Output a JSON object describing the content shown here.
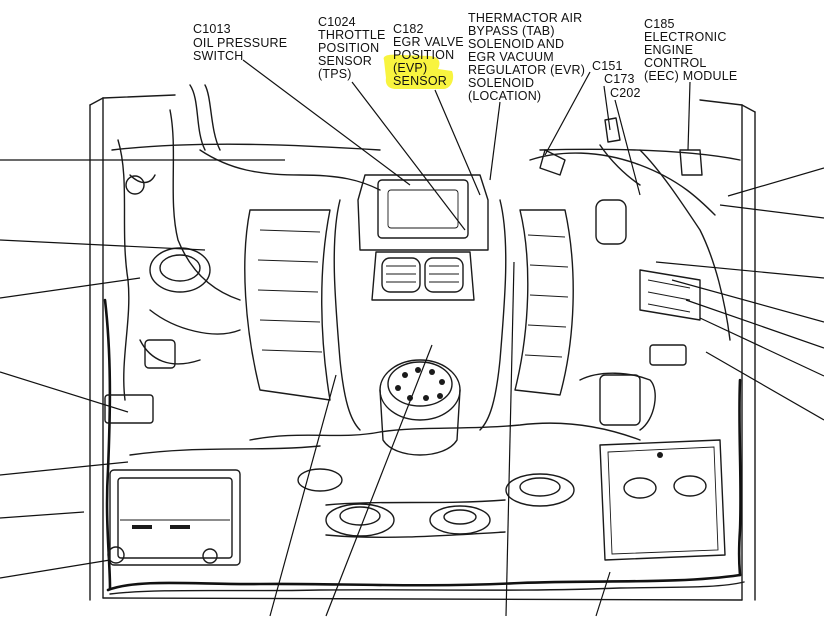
{
  "highlight_color": "#f7f32a",
  "labels": {
    "c1013": {
      "l1": "C1013",
      "l2": "OIL PRESSURE",
      "l3": "SWITCH"
    },
    "c1024": {
      "l1": "C1024",
      "l2": "THROTTLE",
      "l3": "POSITION",
      "l4": "SENSOR",
      "l5": "(TPS)"
    },
    "c182": {
      "l1": "C182",
      "l2": "EGR VALVE",
      "l3": "POSITION",
      "l4": "(EVP)",
      "l5": "SENSOR"
    },
    "thermactor": {
      "l1": "THERMACTOR AIR",
      "l2": "BYPASS (TAB)",
      "l3": "SOLENOID AND",
      "l4": "EGR VACUUM",
      "l5": "REGULATOR (EVR)",
      "l6": "SOLENOID",
      "l7": "(LOCATION)"
    },
    "c151": "C151",
    "c173": "C173",
    "c202": "C202",
    "c185": {
      "l1": "C185",
      "l2": "ELECTRONIC",
      "l3": "ENGINE",
      "l4": "CONTROL",
      "l5": "(EEC) MODULE"
    }
  }
}
